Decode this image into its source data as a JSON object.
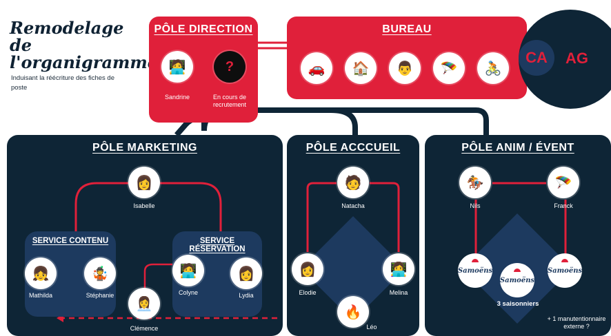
{
  "header": {
    "title": "Remodelage de l'organigramme",
    "subtitle": "Induisant la réécriture des fiches de poste"
  },
  "colors": {
    "red": "#e0203a",
    "navy": "#0e2536",
    "blue": "#1d3a5f"
  },
  "direction": {
    "label": "Pôle Direction",
    "members": [
      {
        "name": "Sandrine",
        "icon": "person-laptop-icon"
      },
      {
        "name": "En cours de recrutement",
        "icon": "question-person-icon"
      }
    ]
  },
  "bureau": {
    "label": "Bureau",
    "icons": [
      "car-person-icon",
      "chalet-person-icon",
      "desk-person-icon",
      "paraglider-icon",
      "cyclist-icon"
    ]
  },
  "governance": {
    "ca": "CA",
    "ag": "AG"
  },
  "marketing": {
    "label": "Pôle Marketing",
    "lead": {
      "name": "Isabelle",
      "icon": "woman-standing-icon"
    },
    "contenu": {
      "label": "Service Contenu",
      "members": [
        {
          "name": "Mathilda",
          "icon": "person-icon"
        },
        {
          "name": "Stéphanie",
          "icon": "juggler-icon"
        }
      ]
    },
    "reservation": {
      "label": "Service Réservation",
      "members": [
        {
          "name": "Colyne",
          "icon": "laptop-plant-icon"
        },
        {
          "name": "Lydia",
          "icon": "desk-person-icon"
        }
      ]
    },
    "shared": {
      "name": "Clémence",
      "icon": "desk-person-icon"
    }
  },
  "accueil": {
    "label": "Pôle Acccueil",
    "members": [
      {
        "name": "Natacha",
        "icon": "desk-person-icon"
      },
      {
        "name": "Elodie",
        "icon": "person-icon"
      },
      {
        "name": "Melina",
        "icon": "laptop-person-icon"
      },
      {
        "name": "Léo",
        "icon": "campfire-person-icon"
      }
    ]
  },
  "anim": {
    "label": "Pôle Anim / Évent",
    "members": [
      {
        "name": "Nils",
        "icon": "horse-rider-icon"
      },
      {
        "name": "Franck",
        "icon": "paraglider-icon"
      }
    ],
    "seasonal_logo": "Samoëns",
    "seasonal": "3 saisonniers",
    "extra": "+ 1 manutentionnaire externe ?"
  }
}
